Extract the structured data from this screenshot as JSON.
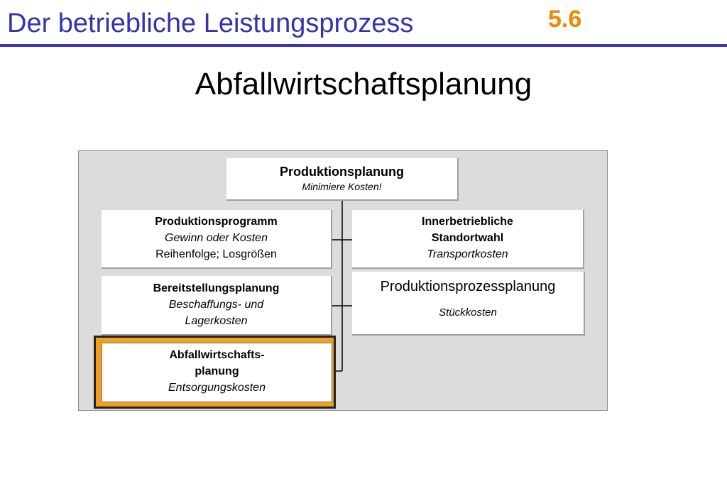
{
  "header": {
    "title": "Der betriebliche Leistungsprozess",
    "section_number": "5.6"
  },
  "slide_title": "Abfallwirtschaftsplanung",
  "diagram": {
    "top_box": {
      "title": "Produktionsplanung",
      "subtitle": "Minimiere Kosten!"
    },
    "produktionsprogramm": {
      "title": "Produktionsprogramm",
      "line1": "Gewinn oder Kosten",
      "line2": "Reihenfolge; Losgrößen"
    },
    "standortwahl": {
      "title_line1": "Innerbetriebliche",
      "title_line2": "Standortwahl",
      "subtitle": "Transportkosten"
    },
    "bereitstellung": {
      "title": "Bereitstellungsplanung",
      "line1": "Beschaffungs- und",
      "line2": "Lagerkosten"
    },
    "prozess": {
      "title": "Produktionsprozessplanung",
      "subtitle": "Stückkosten"
    },
    "abfall": {
      "title_line1": "Abfallwirtschafts-",
      "title_line2": "planung",
      "subtitle": "Entsorgungskosten"
    }
  },
  "colors": {
    "header_blue": "#3333aa",
    "section_orange": "#ee8800",
    "highlight_orange": "#f0a020",
    "panel_gray": "#dcdcdc"
  }
}
